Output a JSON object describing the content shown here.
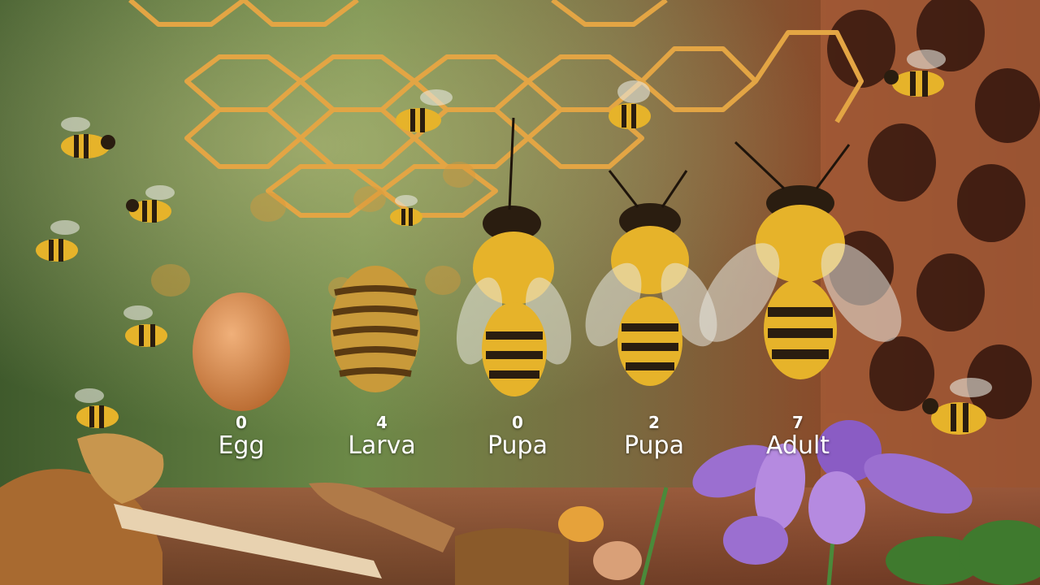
{
  "scene": {
    "subject": "honeybee-life-cycle",
    "colors": {
      "bee_yellow": "#e6b32a",
      "bee_dark": "#2a1d10",
      "honeycomb": "#e3a544",
      "comb_brown": "#8b4a2e",
      "flower_purple": "#9b6fd0",
      "egg": "#d98a4a",
      "background_green": "#5e7a3a"
    },
    "stages": [
      {
        "number": "0",
        "name": "Egg"
      },
      {
        "number": "4",
        "name": "Larva"
      },
      {
        "number": "0",
        "name": "Pupa"
      },
      {
        "number": "2",
        "name": "Pupa"
      },
      {
        "number": "7",
        "name": "Adult"
      }
    ]
  }
}
